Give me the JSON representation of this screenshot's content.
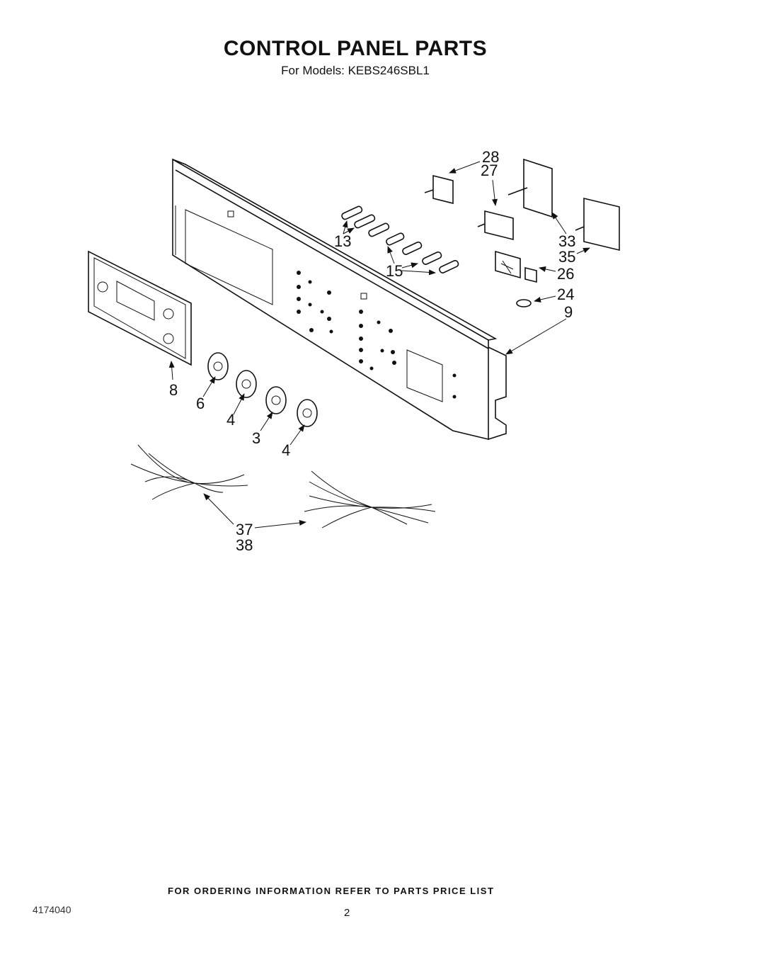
{
  "page": {
    "title": "CONTROL PANEL PARTS",
    "subtitle": "For Models: KEBS246SBL1",
    "footer_note": "FOR ORDERING INFORMATION REFER TO PARTS PRICE LIST",
    "doc_number": "4174040",
    "page_number": "2"
  },
  "callouts": {
    "c28": "28",
    "c27": "27",
    "c13": "13",
    "c15": "15",
    "c33": "33",
    "c35": "35",
    "c26": "26",
    "c24": "24",
    "c9": "9",
    "c8": "8",
    "c6": "6",
    "c4a": "4",
    "c3": "3",
    "c4b": "4",
    "c37": "37",
    "c38": "38"
  }
}
